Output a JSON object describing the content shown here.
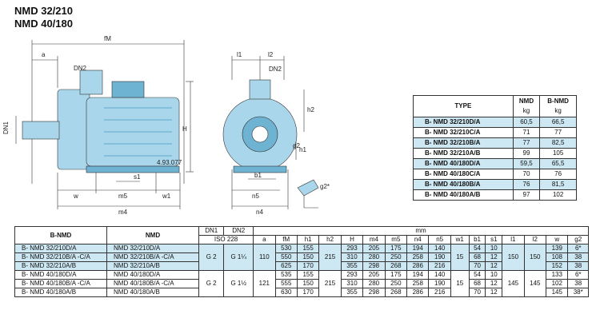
{
  "title_lines": [
    "NMD 32/210",
    "NMD 40/180"
  ],
  "drawing_labels": {
    "fM": "fM",
    "a": "a",
    "DN2": "DN2",
    "DN1": "DN1",
    "H": "H",
    "s1": "s1",
    "w": "w",
    "m5": "m5",
    "w1": "w1",
    "m4": "m4",
    "l1": "l1",
    "l2": "l2",
    "h2": "h2",
    "h1": "h1",
    "g2": "g2",
    "b1": "b1",
    "n5": "n5",
    "n4": "n4",
    "g2star": "g2*",
    "plate_text": "4.93.077"
  },
  "weight_table": {
    "header": {
      "type": "TYPE",
      "nmd": "NMD",
      "bnmd": "B-NMD",
      "unit1": "kg",
      "unit2": "kg"
    },
    "rows": [
      {
        "type": "B- NMD 32/210D/A",
        "nmd": "60,5",
        "bnmd": "66,5",
        "highlight": true
      },
      {
        "type": "B- NMD 32/210C/A",
        "nmd": "71",
        "bnmd": "77",
        "highlight": false
      },
      {
        "type": "B- NMD 32/210B/A",
        "nmd": "77",
        "bnmd": "82,5",
        "highlight": true
      },
      {
        "type": "B- NMD 32/210A/B",
        "nmd": "99",
        "bnmd": "105",
        "highlight": false
      },
      {
        "type": "B- NMD 40/180D/A",
        "nmd": "59,5",
        "bnmd": "65,5",
        "highlight": true
      },
      {
        "type": "B- NMD 40/180C/A",
        "nmd": "70",
        "bnmd": "76",
        "highlight": false
      },
      {
        "type": "B- NMD 40/180B/A",
        "nmd": "76",
        "bnmd": "81,5",
        "highlight": true
      },
      {
        "type": "B- NMD 40/180A/B",
        "nmd": "97",
        "bnmd": "102",
        "highlight": false
      }
    ]
  },
  "dimension_table": {
    "header": {
      "bnmd": "B-NMD",
      "nmd": "NMD",
      "dn1": "DN1",
      "dn2": "DN2",
      "iso": "ISO 228",
      "mm": "mm"
    },
    "columns": [
      "a",
      "fM",
      "h1",
      "h2",
      "H",
      "m4",
      "m5",
      "n4",
      "n5",
      "w1",
      "b1",
      "s1",
      "l1",
      "l2",
      "w",
      "g2"
    ],
    "groups": [
      {
        "dn1": "G 2",
        "dn2": "G 1¼",
        "a": "110",
        "h2": "215",
        "w1": "15",
        "s1": "12",
        "l1": "150",
        "l2": "150",
        "rows": [
          {
            "bnmd": "B- NMD 32/210D/A",
            "nmd": "NMD 32/210D/A",
            "fM": "530",
            "h1": "155",
            "H": "293",
            "m4": "205",
            "m5": "175",
            "n4": "194",
            "n5": "140",
            "b1": "54",
            "s1": "10",
            "w": "139",
            "g2": "6*"
          },
          {
            "bnmd": "B- NMD 32/210B/A -C/A",
            "nmd": "NMD 32/210B/A -C/A",
            "fM": "550",
            "h1": "150",
            "H": "310",
            "m4": "280",
            "m5": "250",
            "n4": "258",
            "n5": "190",
            "b1": "68",
            "s1": "12",
            "w": "108",
            "g2": "38"
          },
          {
            "bnmd": "B- NMD 32/210A/B",
            "nmd": "NMD 32/210A/B",
            "fM": "625",
            "h1": "170",
            "H": "355",
            "m4": "298",
            "m5": "268",
            "n4": "286",
            "n5": "216",
            "b1": "70",
            "s1": "12",
            "w": "152",
            "g2": "38"
          }
        ]
      },
      {
        "dn1": "G 2",
        "dn2": "G 1½",
        "a": "121",
        "h2": "215",
        "w1": "15",
        "s1": "12",
        "l1": "145",
        "l2": "145",
        "rows": [
          {
            "bnmd": "B- NMD 40/180D/A",
            "nmd": "NMD 40/180D/A",
            "fM": "535",
            "h1": "155",
            "H": "293",
            "m4": "205",
            "m5": "175",
            "n4": "194",
            "n5": "140",
            "b1": "54",
            "s1": "10",
            "w": "133",
            "g2": "6*"
          },
          {
            "bnmd": "B- NMD 40/180B/A -C/A",
            "nmd": "NMD 40/180B/A -C/A",
            "fM": "555",
            "h1": "150",
            "H": "310",
            "m4": "280",
            "m5": "250",
            "n4": "258",
            "n5": "190",
            "b1": "68",
            "s1": "12",
            "w": "102",
            "g2": "38"
          },
          {
            "bnmd": "B- NMD 40/180A/B",
            "nmd": "NMD 40/180A/B",
            "fM": "630",
            "h1": "170",
            "H": "355",
            "m4": "298",
            "m5": "268",
            "n4": "286",
            "n5": "216",
            "b1": "70",
            "s1": "12",
            "w": "145",
            "g2": "38*"
          }
        ]
      }
    ]
  },
  "colors": {
    "pump": "#a9d6ea",
    "pump_dark": "#6fb3d2",
    "highlight_row": "#cde8f3"
  }
}
